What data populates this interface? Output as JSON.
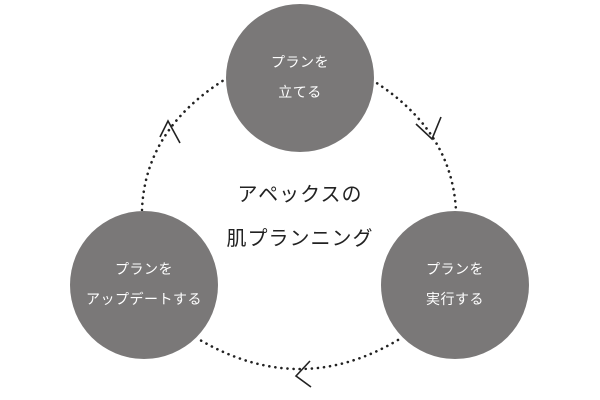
{
  "diagram": {
    "center_title": {
      "line1": "アペックスの",
      "line2": "肌プランニング"
    },
    "nodes": [
      {
        "id": "plan",
        "line1": "プランを",
        "line2": "立てる"
      },
      {
        "id": "execute",
        "line1": "プランを",
        "line2": "実行する"
      },
      {
        "id": "update",
        "line1": "プランを",
        "line2": "アップデートする"
      }
    ],
    "colors": {
      "node_fill": "#7a7878",
      "node_text": "#ffffff",
      "connector": "#222222",
      "title_text": "#222222"
    },
    "cycle_direction": "clockwise"
  }
}
